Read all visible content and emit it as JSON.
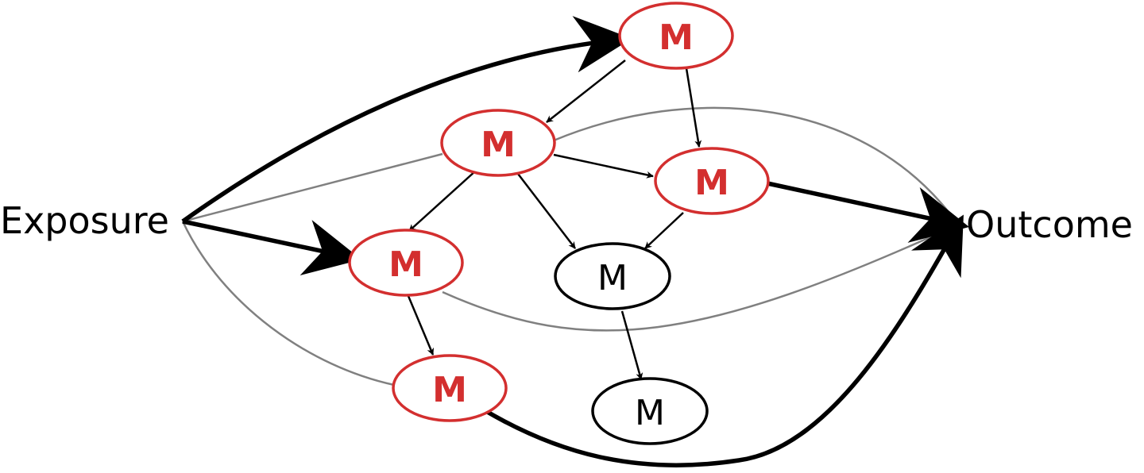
{
  "exposure_label": "Exposure",
  "outcome_label": "Outcome",
  "nodes": [
    {
      "id": "m1",
      "label": "M",
      "highlighted": true
    },
    {
      "id": "m2",
      "label": "M",
      "highlighted": true
    },
    {
      "id": "m3",
      "label": "M",
      "highlighted": true
    },
    {
      "id": "m4",
      "label": "M",
      "highlighted": true
    },
    {
      "id": "m5",
      "label": "M",
      "highlighted": true
    },
    {
      "id": "m6",
      "label": "M",
      "highlighted": false
    },
    {
      "id": "m7",
      "label": "M",
      "highlighted": false
    }
  ],
  "colors": {
    "highlight": "#d32f2f",
    "default": "#000000",
    "weak_path": "#808080"
  }
}
